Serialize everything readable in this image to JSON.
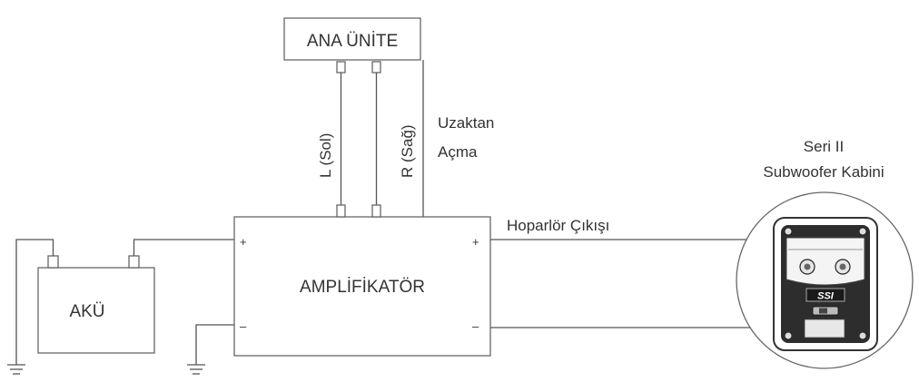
{
  "labels": {
    "head_unit": "ANA ÜNİTE",
    "left_channel": "L (Sol)",
    "right_channel": "R (Sağ)",
    "remote_line1": "Uzaktan",
    "remote_line2": "Açma",
    "amplifier": "AMPLİFİKATÖR",
    "battery": "AKÜ",
    "speaker_output": "Hoparlör Çıkışı",
    "cabinet_line1": "Seri II",
    "cabinet_line2": "Subwoofer Kabini",
    "plus": "+",
    "minus": "–",
    "brand": "SSI"
  },
  "icons": {
    "ground": "ground-symbol-icon",
    "subwoofer": "subwoofer-cabinet-icon",
    "terminal": "terminal-post-icon"
  }
}
